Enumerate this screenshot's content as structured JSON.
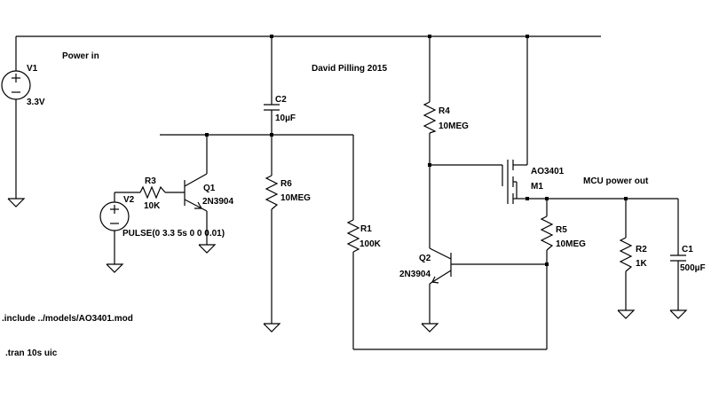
{
  "notes": {
    "power_in": "Power in",
    "author": "David Pilling 2015",
    "mcu_out": "MCU power out",
    "include": ".include ../models/AO3401.mod",
    "tran": ".tran 10s uic"
  },
  "components": {
    "v1": {
      "ref": "V1",
      "value": "3.3V"
    },
    "v2": {
      "ref": "V2",
      "value": "PULSE(0 3.3 5s 0 0 0.01)"
    },
    "r3": {
      "ref": "R3",
      "value": "10K"
    },
    "q1": {
      "ref": "Q1",
      "value": "2N3904"
    },
    "c2": {
      "ref": "C2",
      "value": "10µF"
    },
    "r6": {
      "ref": "R6",
      "value": "10MEG"
    },
    "r1": {
      "ref": "R1",
      "value": "100K"
    },
    "r4": {
      "ref": "R4",
      "value": "10MEG"
    },
    "q2": {
      "ref": "Q2",
      "value": "2N3904"
    },
    "m1": {
      "ref": "M1",
      "value": "AO3401"
    },
    "r5": {
      "ref": "R5",
      "value": "10MEG"
    },
    "r2": {
      "ref": "R2",
      "value": "1K"
    },
    "c1": {
      "ref": "C1",
      "value": "500µF"
    }
  }
}
